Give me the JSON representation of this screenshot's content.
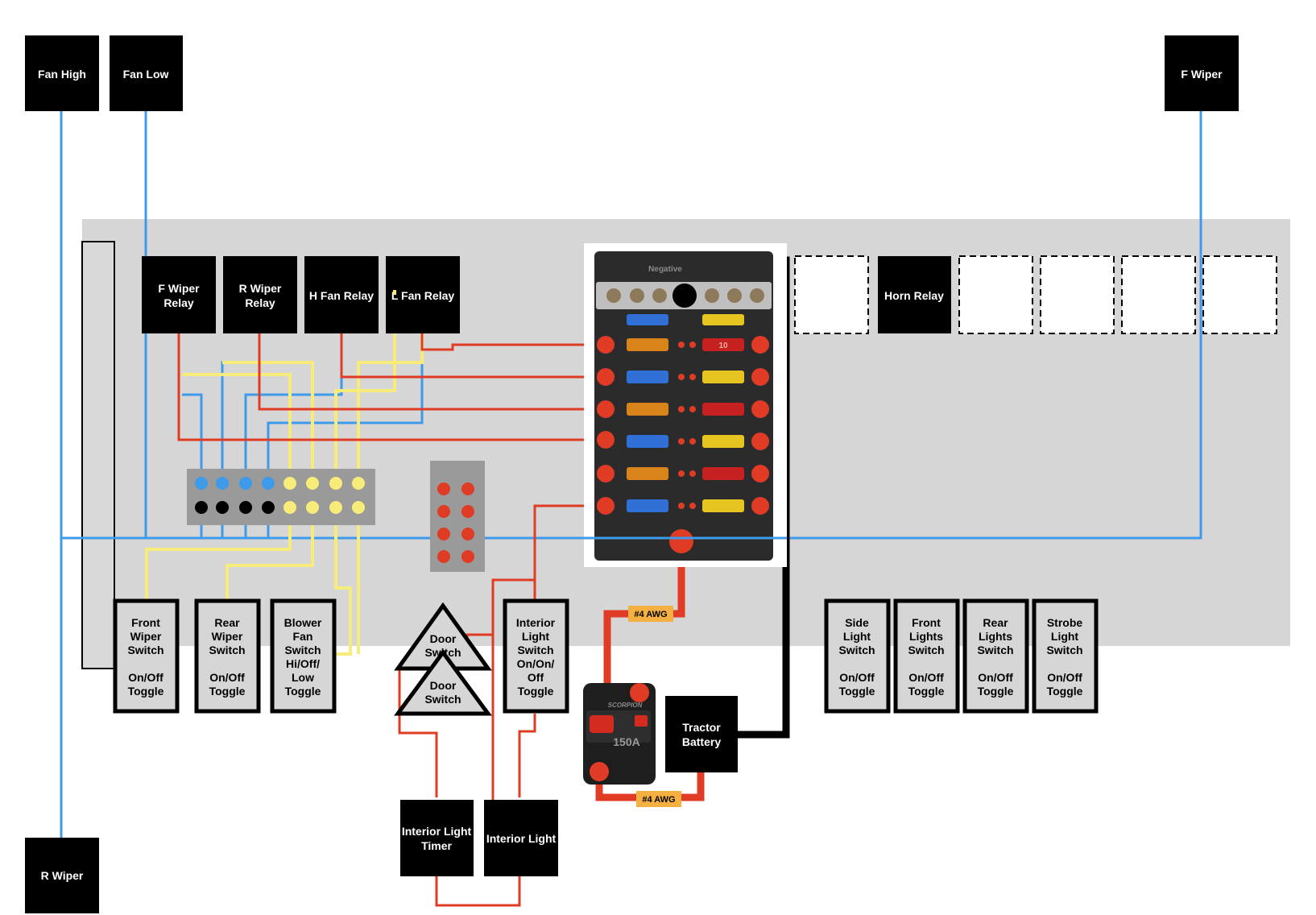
{
  "external_boxes": {
    "fan_high": "Fan High",
    "fan_low": "Fan Low",
    "f_wiper": "F Wiper",
    "r_wiper": "R Wiper"
  },
  "relays": {
    "f_wiper_relay": [
      "F Wiper",
      "Relay"
    ],
    "r_wiper_relay": [
      "R Wiper",
      "Relay"
    ],
    "h_fan_relay": "H Fan Relay",
    "l_fan_relay": "L Fan Relay",
    "horn_relay": "Horn Relay"
  },
  "switches": {
    "front_wiper": [
      "Front",
      "Wiper",
      "Switch",
      "",
      "On/Off",
      "Toggle"
    ],
    "rear_wiper": [
      "Rear",
      "Wiper",
      "Switch",
      "",
      "On/Off",
      "Toggle"
    ],
    "blower_fan": [
      "Blower",
      "Fan",
      "Switch",
      "Hi/Off/",
      "Low",
      "Toggle"
    ],
    "interior_light": [
      "Interior",
      "Light",
      "Switch",
      "On/On/",
      "Off",
      "Toggle"
    ],
    "side_light": [
      "Side",
      "Light",
      "Switch",
      "",
      "On/Off",
      "Toggle"
    ],
    "front_lights": [
      "Front",
      "Lights",
      "Switch",
      "",
      "On/Off",
      "Toggle"
    ],
    "rear_lights": [
      "Rear",
      "Lights",
      "Switch",
      "",
      "On/Off",
      "Toggle"
    ],
    "strobe_light": [
      "Strobe",
      "Light",
      "Switch",
      "",
      "On/Off",
      "Toggle"
    ]
  },
  "door_switches": [
    [
      "Door",
      "Switch"
    ],
    [
      "Door",
      "Switch"
    ]
  ],
  "bottom_boxes": {
    "interior_light_timer": [
      "Interior Light",
      "Timer"
    ],
    "interior_light": "Interior Light",
    "tractor_battery": [
      "Tractor",
      "Battery"
    ]
  },
  "wire_labels": {
    "awg_top": "#4 AWG",
    "awg_bottom": "#4 AWG"
  },
  "fuse_block": {
    "bus_label": "Negative",
    "fuse_values": [
      "10",
      ""
    ]
  },
  "breaker": {
    "brand": "SCORPION",
    "rating": "150A"
  },
  "colors": {
    "panel": "#d6d6d6",
    "blue_wire": "#3d9be9",
    "red_wire": "#e03b24",
    "yellow_wire": "#f7ec7a",
    "black_wire": "#000000",
    "awg_tag": "#f4b041"
  }
}
